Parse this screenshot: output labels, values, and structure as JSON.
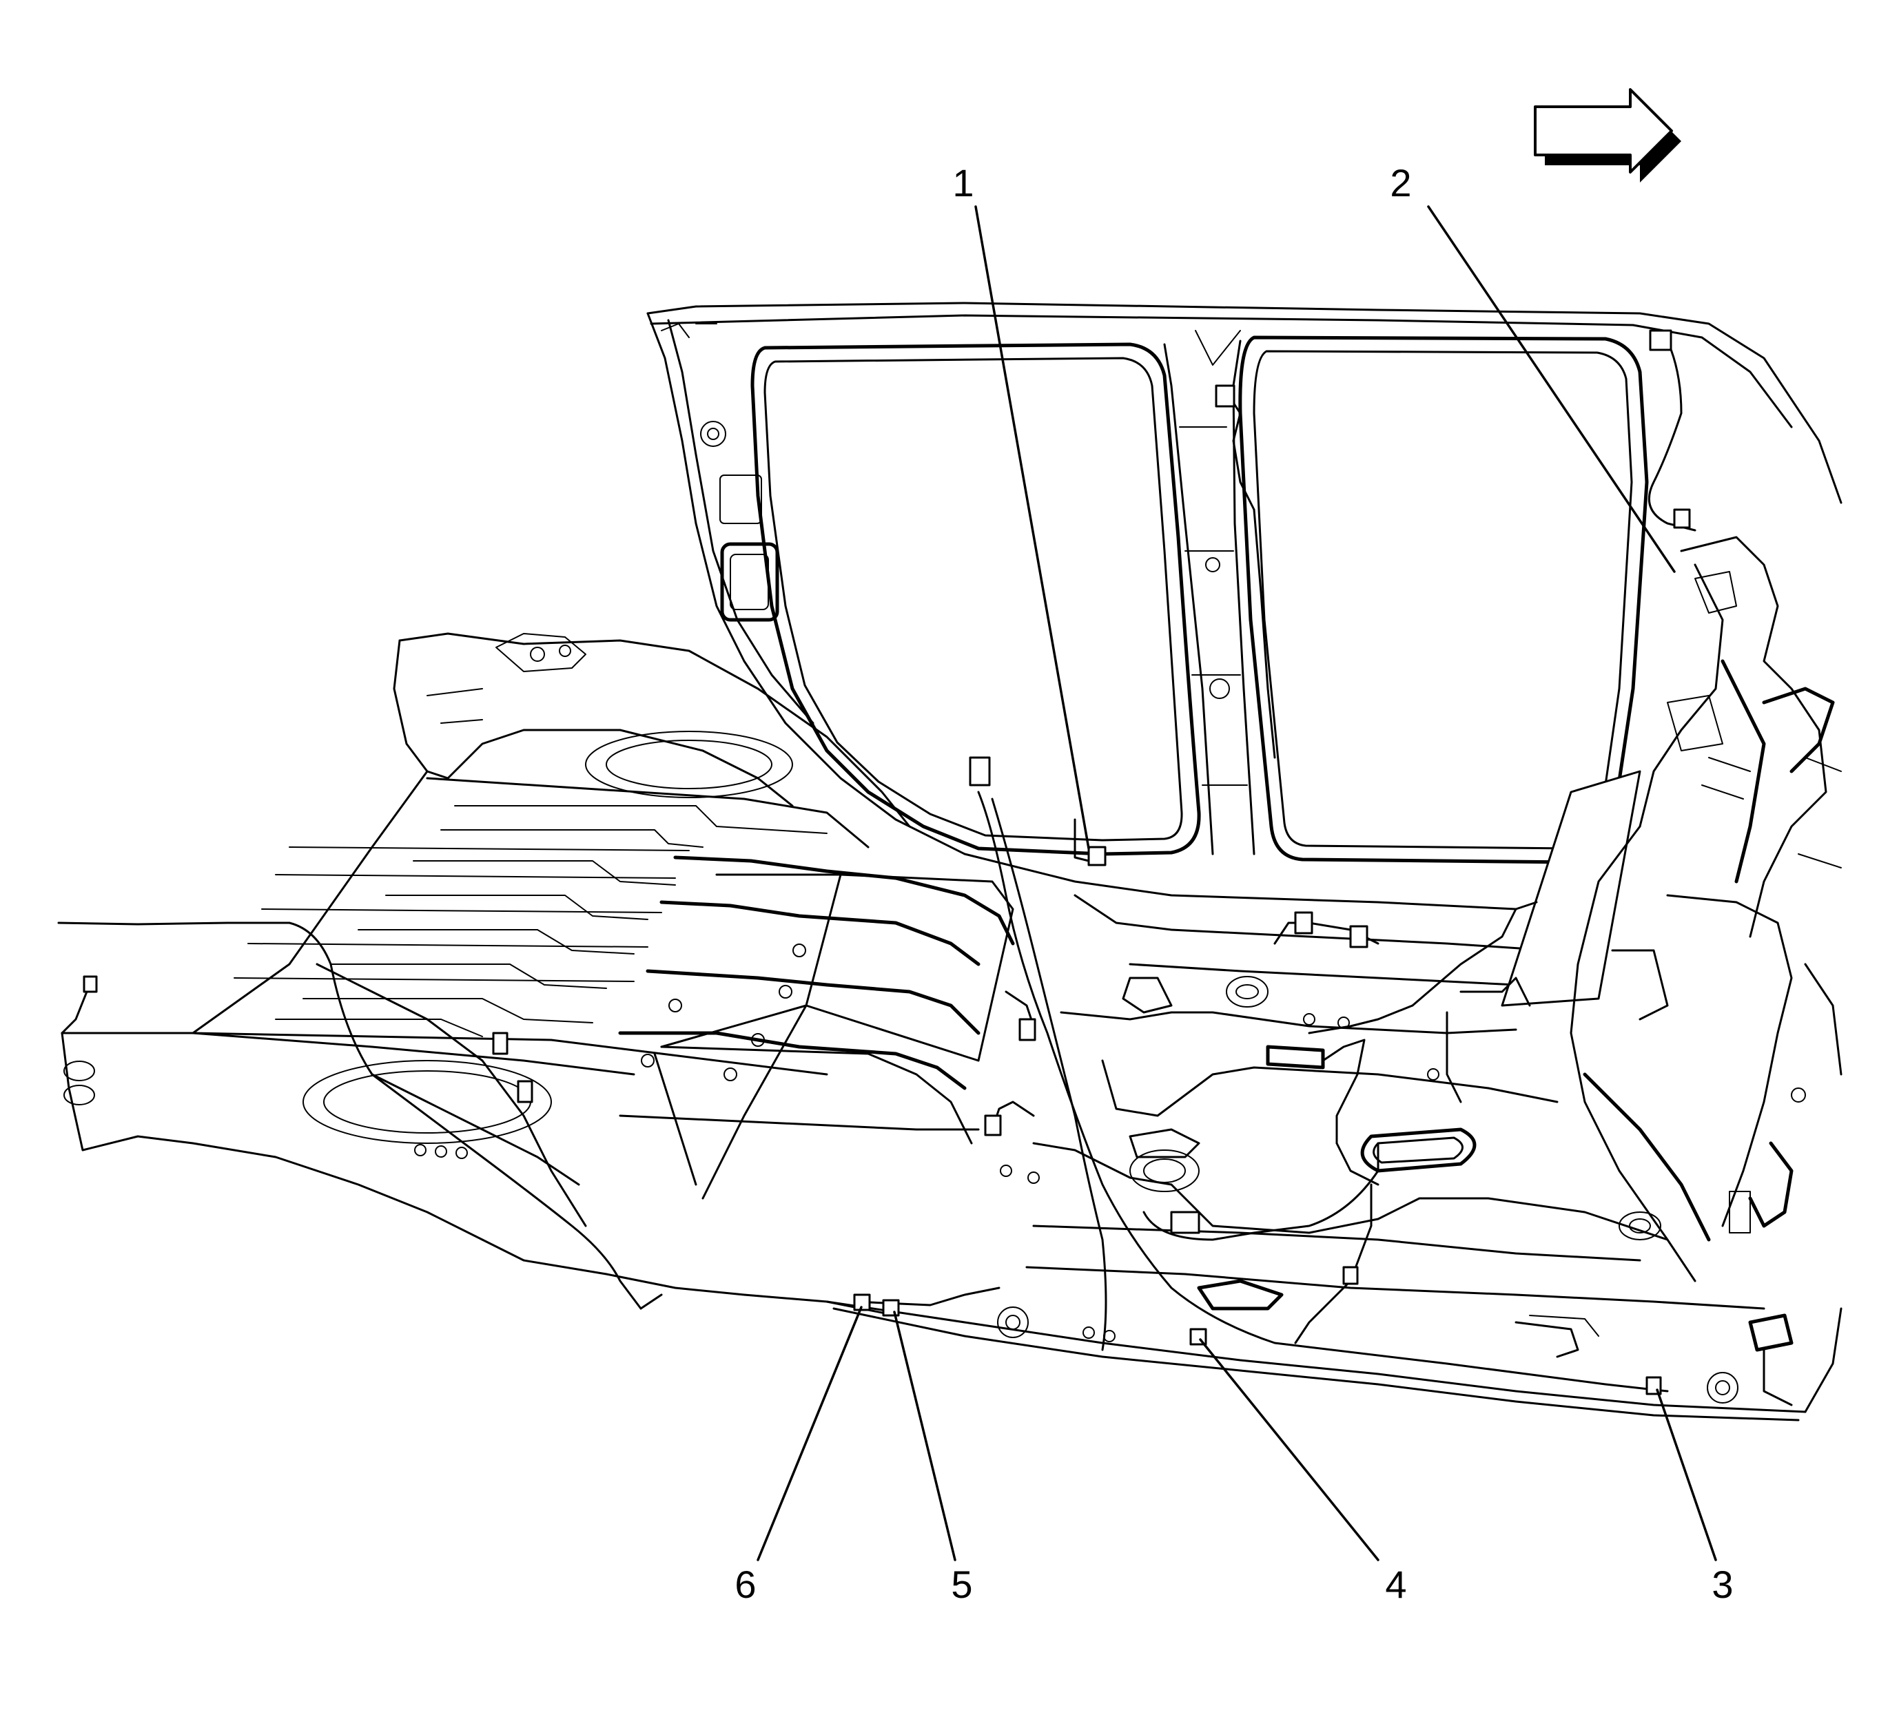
{
  "diagram": {
    "callouts": [
      {
        "id": 1,
        "label": "1"
      },
      {
        "id": 2,
        "label": "2"
      },
      {
        "id": 3,
        "label": "3"
      },
      {
        "id": 4,
        "label": "4"
      },
      {
        "id": 5,
        "label": "5"
      },
      {
        "id": 6,
        "label": "6"
      }
    ],
    "direction_arrow": "right-arrow-icon"
  }
}
